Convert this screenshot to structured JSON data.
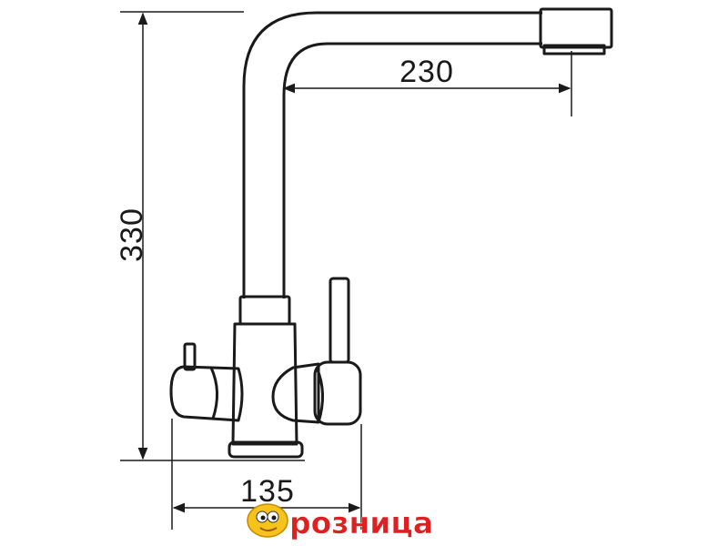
{
  "dimensions": {
    "spout_reach": "230",
    "height": "330",
    "base_width": "135"
  },
  "logo": {
    "text": "розница",
    "color": "#e02020"
  },
  "colors": {
    "line": "#1a1a1a",
    "background": "#ffffff"
  }
}
